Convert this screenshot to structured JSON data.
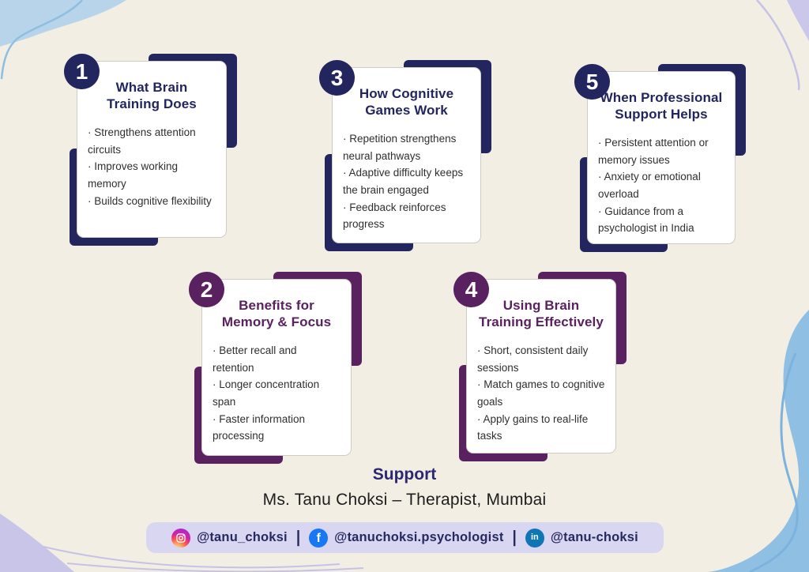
{
  "cards": [
    {
      "number": "1",
      "accent": "#23255f",
      "title_line1": "What Brain",
      "title_line2": "Training Does",
      "bullets": [
        "· Strengthens attention circuits",
        "· Improves working memory",
        "· Builds cognitive flexibility"
      ]
    },
    {
      "number": "2",
      "accent": "#5a2161",
      "title_line1": "Benefits for",
      "title_line2": "Memory & Focus",
      "bullets": [
        "· Better recall and retention",
        "· Longer concentration span",
        "· Faster information processing"
      ]
    },
    {
      "number": "3",
      "accent": "#23255f",
      "title_line1": "How Cognitive",
      "title_line2": "Games Work",
      "bullets": [
        "· Repetition strengthens neural pathways",
        "· Adaptive difficulty keeps the brain engaged",
        "· Feedback reinforces progress"
      ]
    },
    {
      "number": "4",
      "accent": "#5a2161",
      "title_line1": "Using Brain",
      "title_line2": "Training Effectively",
      "bullets": [
        "· Short, consistent daily sessions",
        "· Match games to cognitive goals",
        "· Apply gains to real-life tasks"
      ]
    },
    {
      "number": "5",
      "accent": "#23255f",
      "title_line1": "When Professional",
      "title_line2": "Support Helps",
      "bullets": [
        "· Persistent attention or memory issues",
        "· Anxiety or emotional overload",
        "· Guidance from a psychologist in India"
      ]
    }
  ],
  "support": {
    "heading": "Support",
    "name": "Ms. Tanu Choksi – Therapist, Mumbai"
  },
  "footer": {
    "separator": "|",
    "handles": [
      {
        "platform": "Instagram",
        "icon": "instagram-icon",
        "handle": "@tanu_choksi"
      },
      {
        "platform": "Facebook",
        "icon": "facebook-icon",
        "handle": "@tanuchoksi.psychologist"
      },
      {
        "platform": "LinkedIn",
        "icon": "linkedin-icon",
        "handle": "@tanu-choksi"
      }
    ],
    "facebook_glyph": "f",
    "linkedin_glyph": "in"
  },
  "colors": {
    "navy": "#23255f",
    "purple": "#5a2161",
    "support_heading": "#2b2871",
    "body_text": "#2f2f2f",
    "background": "#f2eee3",
    "footer_bar": "#d9d6f2",
    "footer_text": "#27295f",
    "blue_blob": "#8fc0e3",
    "blue_blob_light": "#b7d4ea",
    "blue_line": "#7db2dc",
    "lavender_blob": "#c9c5e9",
    "lavender_line": "#c6c2e6",
    "facebook_blue": "#1877f2",
    "linkedin_blue": "#0e76b5"
  }
}
